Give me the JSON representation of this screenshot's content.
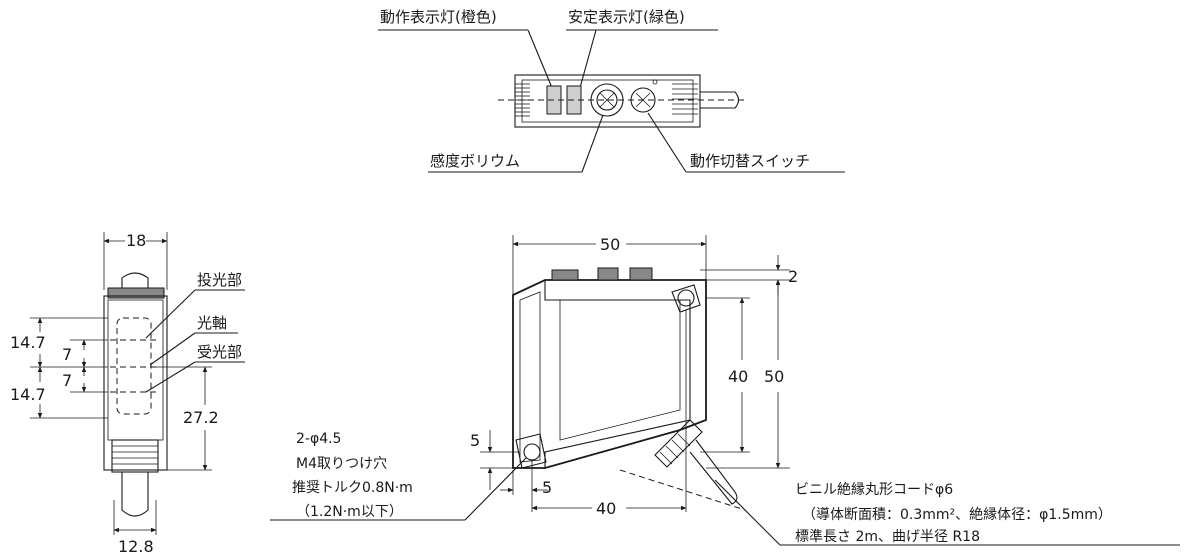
{
  "top_view": {
    "operation_indicator": "動作表示灯(橙色)",
    "stability_indicator": "安定表示灯(緑色)",
    "sensitivity_adjuster": "感度ボリウム",
    "mode_selector": "動作切替スイッチ"
  },
  "side_view": {
    "emitter": "投光部",
    "optical_axis": "光軸",
    "receiver": "受光部",
    "dim_width": "18",
    "dim_upper": "14.7",
    "dim_lower": "14.7",
    "dim_7a": "7",
    "dim_7b": "7",
    "dim_27_2": "27.2",
    "dim_bottom": "12.8"
  },
  "front_view": {
    "dim_top_width": "50",
    "dim_2": "2",
    "dim_40v": "40",
    "dim_50v": "50",
    "dim_5v": "5",
    "dim_5h": "5",
    "dim_40h": "40",
    "mount_line1": "2-φ4.5",
    "mount_line2": "M4取りつけ穴",
    "mount_line3": "推奨トルク0.8N·m",
    "mount_line4": "（1.2N·m以下）",
    "cable_line1": "ビニル絶縁丸形コードφ6",
    "cable_line2": "（導体断面積：0.3mm²、絶縁体径：φ1.5mm）",
    "cable_line3": "標準長さ 2m、曲げ半径 R18"
  }
}
